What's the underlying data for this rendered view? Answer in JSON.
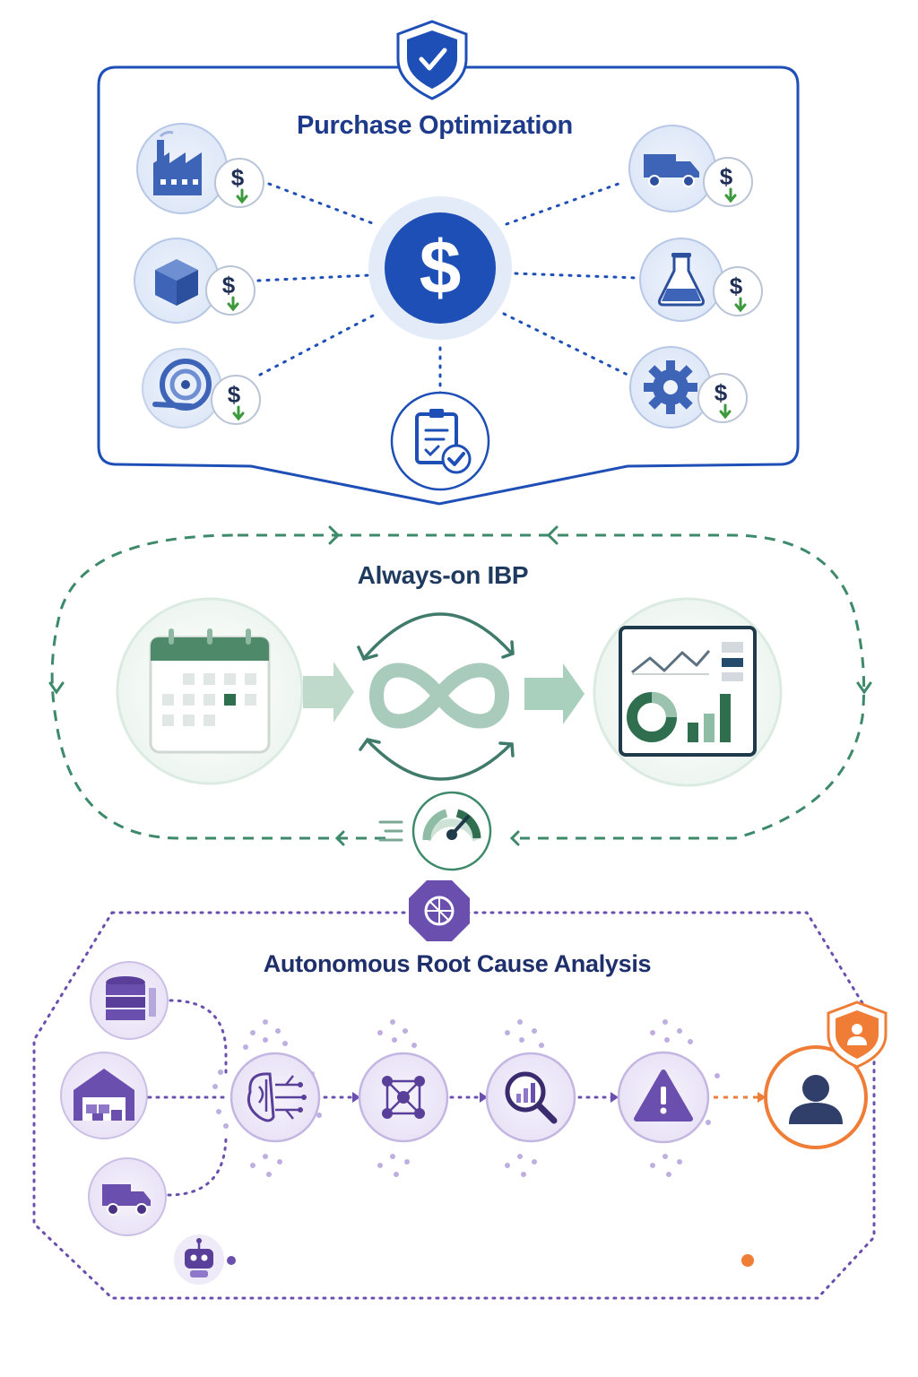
{
  "sections": {
    "purchase_optimization": {
      "title": "Purchase Optimization"
    },
    "always_on_ibp": {
      "title": "Always-on IBP"
    },
    "root_cause_analysis": {
      "title": "Autonomous Root Cause Analysis"
    }
  },
  "icons": {
    "purchase_optimization": [
      "shield-check-icon",
      "dollar-icon",
      "factory-icon",
      "box-icon",
      "coil-icon",
      "truck-icon",
      "flask-icon",
      "gear-icon",
      "clipboard-check-icon",
      "price-down-icon"
    ],
    "always_on_ibp": [
      "calendar-icon",
      "infinity-icon",
      "dashboard-icon",
      "speedometer-icon",
      "cycle-arrow-icon"
    ],
    "root_cause_analysis": [
      "brain-chip-icon",
      "database-icon",
      "warehouse-icon",
      "truck-icon",
      "network-icon",
      "magnify-chart-icon",
      "warning-icon",
      "user-icon",
      "user-shield-icon",
      "robot-icon"
    ]
  },
  "colors": {
    "purchase_blue": "#1e4fb6",
    "ibp_green": "#3d8a6a",
    "rca_purple": "#6b4fae",
    "alert_orange": "#ef7d36",
    "price_down_green": "#3c9a3c"
  }
}
